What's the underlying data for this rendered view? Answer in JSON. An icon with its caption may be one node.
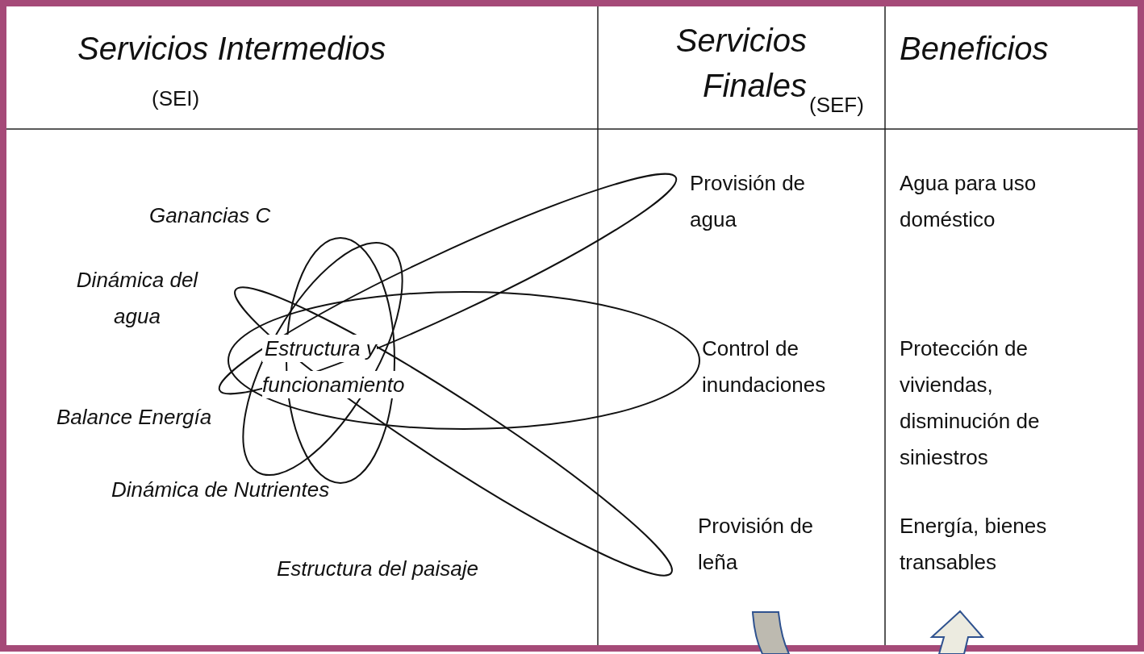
{
  "diagram": {
    "labels": [
      "Servicios Intermedios",
      "(SEI)",
      "Servicios Finales",
      "(SEF)",
      "Beneficios",
      "Provisión de agua",
      "Agua para uso doméstico",
      "Ganancias C",
      "Dinámica del agua",
      "Estructura y funcionamiento",
      "Control de inundaciones",
      "Protección de viviendas, disminución de siniestros",
      "Balance Energía",
      "Dinámica de Nutrientes",
      "Provisión de leña",
      "Energía, bienes transables",
      "Estructura del paisaje"
    ]
  }
}
